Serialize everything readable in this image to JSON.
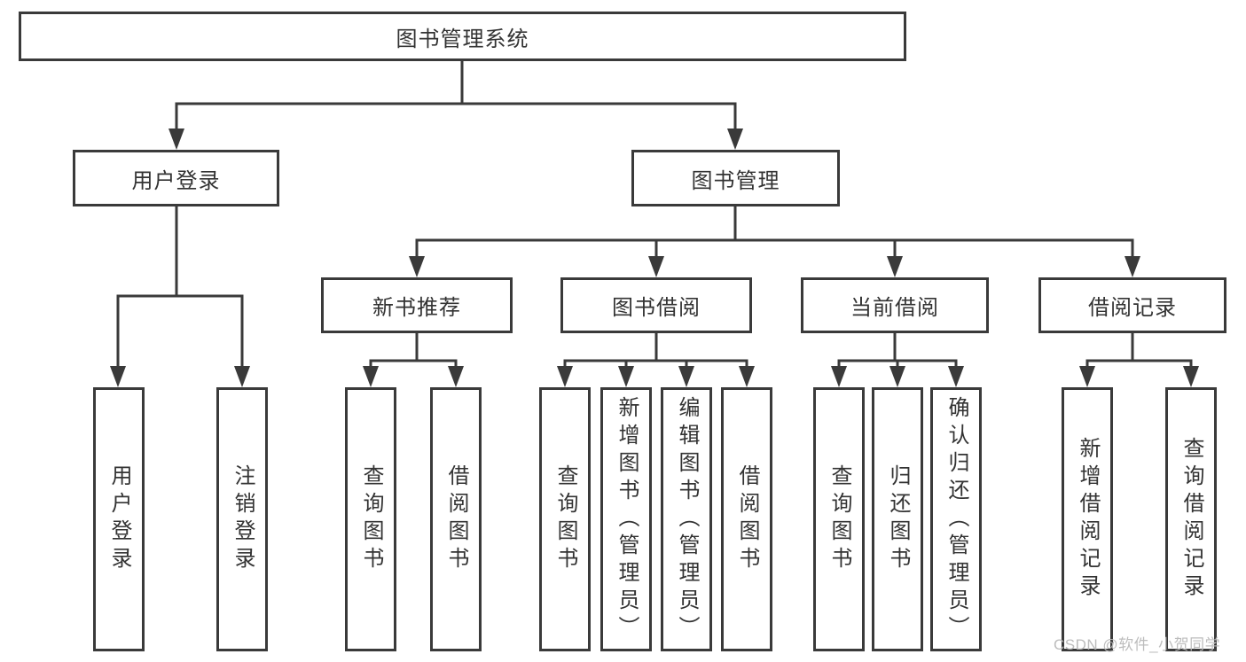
{
  "tree": {
    "root": "图书管理系统",
    "children": [
      {
        "label": "用户登录",
        "children": [
          {
            "label": "用户登录"
          },
          {
            "label": "注销登录"
          }
        ]
      },
      {
        "label": "图书管理",
        "children": [
          {
            "label": "新书推荐",
            "children": [
              {
                "label": "查询图书"
              },
              {
                "label": "借阅图书"
              }
            ]
          },
          {
            "label": "图书借阅",
            "children": [
              {
                "label": "查询图书"
              },
              {
                "label": "新增图书（管理员）"
              },
              {
                "label": "编辑图书（管理员）"
              },
              {
                "label": "借阅图书"
              }
            ]
          },
          {
            "label": "当前借阅",
            "children": [
              {
                "label": "查询图书"
              },
              {
                "label": "归还图书"
              },
              {
                "label": "确认归还（管理员）"
              }
            ]
          },
          {
            "label": "借阅记录",
            "children": [
              {
                "label": "新增借阅记录"
              },
              {
                "label": "查询借阅记录"
              }
            ]
          }
        ]
      }
    ]
  },
  "watermark": {
    "text": "CSDN @软件_小贺同学"
  },
  "colors": {
    "line": "#3a3a3a",
    "text": "#333333",
    "background": "#ffffff",
    "watermark": "#b9b9b9"
  }
}
